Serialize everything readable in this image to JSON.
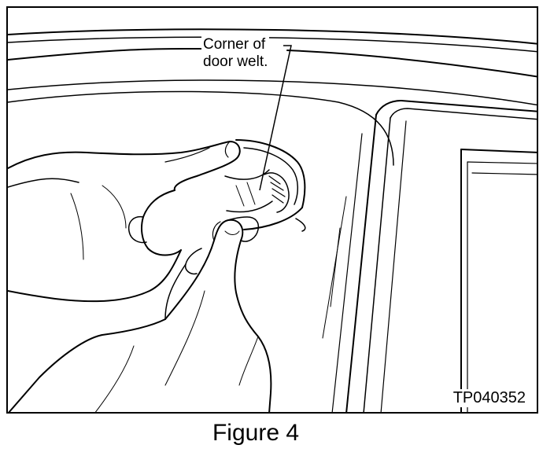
{
  "figure": {
    "callout_line1": "Corner of",
    "callout_line2": "door welt.",
    "code": "TP040352",
    "caption": "Figure 4"
  }
}
